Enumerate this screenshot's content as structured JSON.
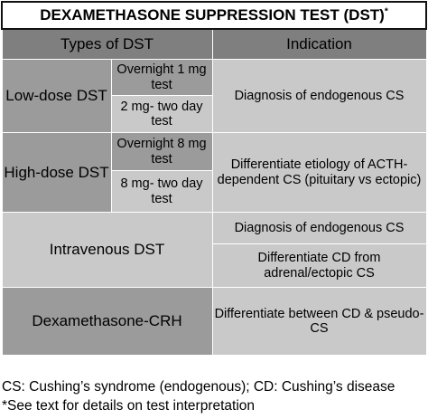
{
  "title": "DEXAMETHASONE SUPPRESSION TEST (DST)",
  "title_mark": "*",
  "headers": {
    "types": "Types of DST",
    "indication": "Indication"
  },
  "rows": {
    "low_dose": {
      "label": "Low-dose DST",
      "tests": [
        "Overnight 1 mg test",
        "2 mg- two day test"
      ],
      "indication": "Diagnosis of endogenous CS"
    },
    "high_dose": {
      "label": "High-dose DST",
      "tests": [
        "Overnight 8 mg test",
        "8 mg- two day test"
      ],
      "indication": "Differentiate etiology of ACTH-dependent CS (pituitary vs ectopic)"
    },
    "intravenous": {
      "label": "Intravenous DST",
      "indications": [
        "Diagnosis of endogenous CS",
        "Differentiate CD from adrenal/ectopic CS"
      ]
    },
    "dex_crh": {
      "label": "Dexamethasone-CRH",
      "indication": "Differentiate between CD & pseudo-CS"
    }
  },
  "footnotes": [
    "CS: Cushing’s syndrome (endogenous); CD: Cushing’s disease",
    "*See text for details on test interpretation"
  ],
  "colors": {
    "header": "#7f7f7f",
    "dark_cell": "#9b9b9b",
    "light_cell": "#c9c9c9",
    "grid": "#ffffff"
  }
}
